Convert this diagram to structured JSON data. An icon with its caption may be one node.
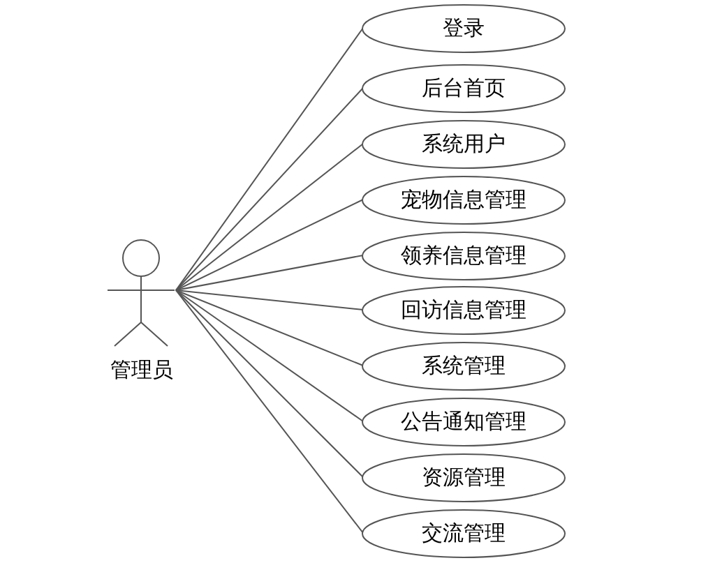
{
  "diagram": {
    "nodes": [
      {
        "text": [
          "管理员"
        ]
      },
      {
        "text": [
          "登录"
        ]
      },
      {
        "text": [
          "后台首页"
        ]
      },
      {
        "text": [
          "系统用户"
        ]
      },
      {
        "text": [
          "宠物信息管理"
        ]
      },
      {
        "text": [
          "领养信息管理"
        ]
      },
      {
        "text": [
          "回访信息管理"
        ]
      },
      {
        "text": [
          "系统管理"
        ]
      },
      {
        "text": [
          "公告通知管理"
        ]
      },
      {
        "text": [
          "资源管理"
        ]
      },
      {
        "text": [
          "交流管理"
        ]
      }
    ],
    "edges": [
      {
        "from": 0,
        "to": 1,
        "arrow": "none"
      },
      {
        "from": 0,
        "to": 2,
        "arrow": "none"
      },
      {
        "from": 0,
        "to": 3,
        "arrow": "none"
      },
      {
        "from": 0,
        "to": 4,
        "arrow": "none"
      },
      {
        "from": 0,
        "to": 5,
        "arrow": "none"
      },
      {
        "from": 0,
        "to": 6,
        "arrow": "none"
      },
      {
        "from": 0,
        "to": 7,
        "arrow": "none"
      },
      {
        "from": 0,
        "to": 8,
        "arrow": "none"
      },
      {
        "from": 0,
        "to": 9,
        "arrow": "none"
      },
      {
        "from": 0,
        "to": 10,
        "arrow": "none"
      }
    ]
  }
}
